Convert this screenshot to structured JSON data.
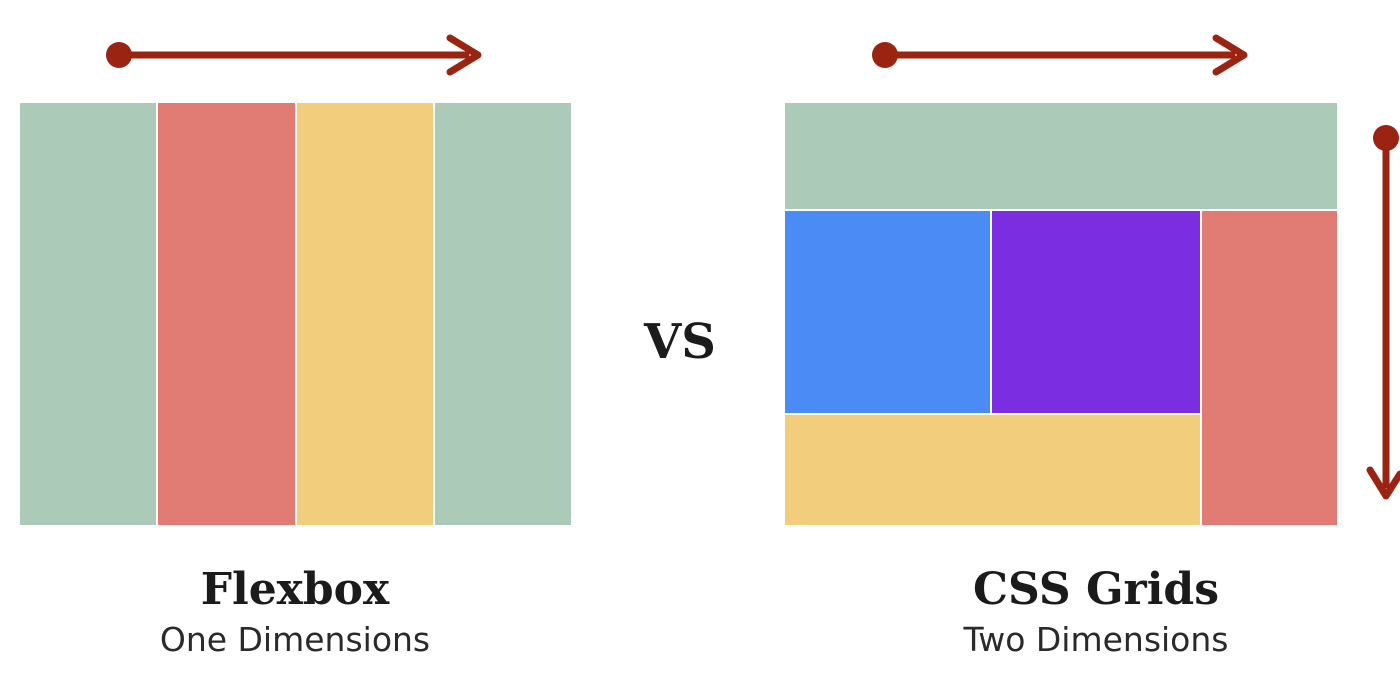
{
  "vs_label": "VS",
  "flexbox": {
    "title": "Flexbox",
    "subtitle": "One Dimensions",
    "columns": [
      {
        "name": "green",
        "color": "#abcbb8"
      },
      {
        "name": "red",
        "color": "#e07c73"
      },
      {
        "name": "yellow",
        "color": "#f2cd7c"
      },
      {
        "name": "green",
        "color": "#abcbb8"
      }
    ]
  },
  "grid": {
    "title": "CSS Grids",
    "subtitle": "Two Dimensions",
    "cells": {
      "top": {
        "color": "#abcbb8"
      },
      "a": {
        "color": "#4a8bf5"
      },
      "b": {
        "color": "#7b2ee1"
      },
      "right": {
        "color": "#e07c73"
      },
      "bottom": {
        "color": "#f2cd7c"
      }
    }
  },
  "colors": {
    "arrow": "#9a2411",
    "text": "#1b1b1b"
  },
  "icons": {
    "flex_arrow": "horizontal-arrow-icon",
    "grid_h_arrow": "horizontal-arrow-icon",
    "grid_v_arrow": "vertical-arrow-icon"
  }
}
